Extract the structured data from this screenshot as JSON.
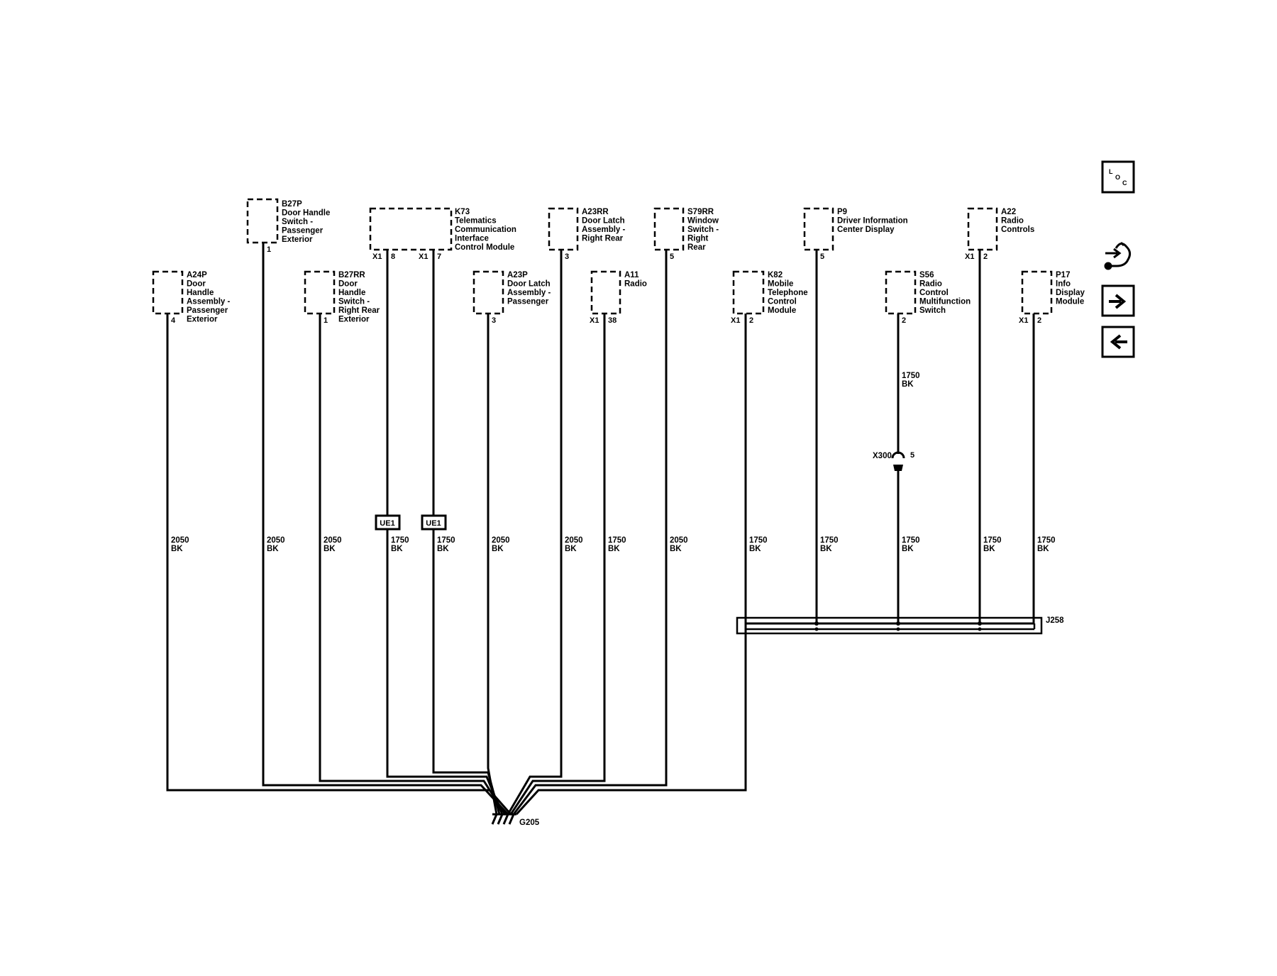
{
  "components": [
    {
      "id": "a24p",
      "lines": [
        "A24P",
        "Door",
        "Handle",
        "Assembly -",
        "Passenger",
        "Exterior"
      ],
      "pin_prefix": "",
      "pin": "4"
    },
    {
      "id": "b27p",
      "lines": [
        "B27P",
        "Door Handle",
        "Switch -",
        "Passenger",
        "Exterior"
      ],
      "pin_prefix": "",
      "pin": "1"
    },
    {
      "id": "b27rr",
      "lines": [
        "B27RR",
        "Door",
        "Handle",
        "Switch -",
        "Right Rear",
        "Exterior"
      ],
      "pin_prefix": "",
      "pin": "1"
    },
    {
      "id": "k73",
      "lines": [
        "K73",
        "Telematics",
        "Communication",
        "Interface",
        "Control Module"
      ],
      "pins": [
        {
          "prefix": "X1",
          "pin": "8"
        },
        {
          "prefix": "X1",
          "pin": "7"
        }
      ]
    },
    {
      "id": "a23p",
      "lines": [
        "A23P",
        "Door Latch",
        "Assembly -",
        "Passenger"
      ],
      "pin_prefix": "",
      "pin": "3"
    },
    {
      "id": "a23rr",
      "lines": [
        "A23RR",
        "Door Latch",
        "Assembly -",
        "Right Rear"
      ],
      "pin_prefix": "",
      "pin": "3"
    },
    {
      "id": "a11",
      "lines": [
        "A11",
        "Radio"
      ],
      "pin_prefix": "X1",
      "pin": "38"
    },
    {
      "id": "s79rr",
      "lines": [
        "S79RR",
        "Window",
        "Switch -",
        "Right",
        "Rear"
      ],
      "pin_prefix": "",
      "pin": "5"
    },
    {
      "id": "k82",
      "lines": [
        "K82",
        "Mobile",
        "Telephone",
        "Control",
        "Module"
      ],
      "pin_prefix": "X1",
      "pin": "2"
    },
    {
      "id": "p9",
      "lines": [
        "P9",
        "Driver Information",
        "Center Display"
      ],
      "pin_prefix": "",
      "pin": "5"
    },
    {
      "id": "s56",
      "lines": [
        "S56",
        "Radio",
        "Control",
        "Multifunction",
        "Switch"
      ],
      "pin_prefix": "",
      "pin": "2"
    },
    {
      "id": "a22",
      "lines": [
        "A22",
        "Radio",
        "Controls"
      ],
      "pin_prefix": "X1",
      "pin": "2"
    },
    {
      "id": "p17",
      "lines": [
        "P17",
        "Info",
        "Display",
        "Module"
      ],
      "pin_prefix": "X1",
      "pin": "2"
    }
  ],
  "wires": [
    {
      "id": "w-a24p",
      "size": "2050",
      "color": "BK"
    },
    {
      "id": "w-b27p",
      "size": "2050",
      "color": "BK"
    },
    {
      "id": "w-b27rr",
      "size": "2050",
      "color": "BK"
    },
    {
      "id": "w-k73-8",
      "size": "1750",
      "color": "BK"
    },
    {
      "id": "w-k73-7",
      "size": "1750",
      "color": "BK"
    },
    {
      "id": "w-a23p",
      "size": "2050",
      "color": "BK"
    },
    {
      "id": "w-a23rr",
      "size": "2050",
      "color": "BK"
    },
    {
      "id": "w-a11",
      "size": "1750",
      "color": "BK"
    },
    {
      "id": "w-s79rr",
      "size": "2050",
      "color": "BK"
    },
    {
      "id": "w-k82",
      "size": "1750",
      "color": "BK"
    },
    {
      "id": "w-p9",
      "size": "1750",
      "color": "BK"
    },
    {
      "id": "w-s56-upper",
      "size": "1750",
      "color": "BK"
    },
    {
      "id": "w-s56-lower",
      "size": "1750",
      "color": "BK"
    },
    {
      "id": "w-a22",
      "size": "1750",
      "color": "BK"
    },
    {
      "id": "w-p17",
      "size": "1750",
      "color": "BK"
    }
  ],
  "inline_connector": {
    "name": "X300",
    "pin": "5"
  },
  "splice_pack": {
    "name": "J258"
  },
  "ground": {
    "name": "G205"
  },
  "option_tag": "UE1",
  "nav": {
    "loc_icon": "loc-icon",
    "connector_icon": "connector-icon",
    "forward_icon": "arrow-right-icon",
    "back_icon": "arrow-left-icon"
  }
}
